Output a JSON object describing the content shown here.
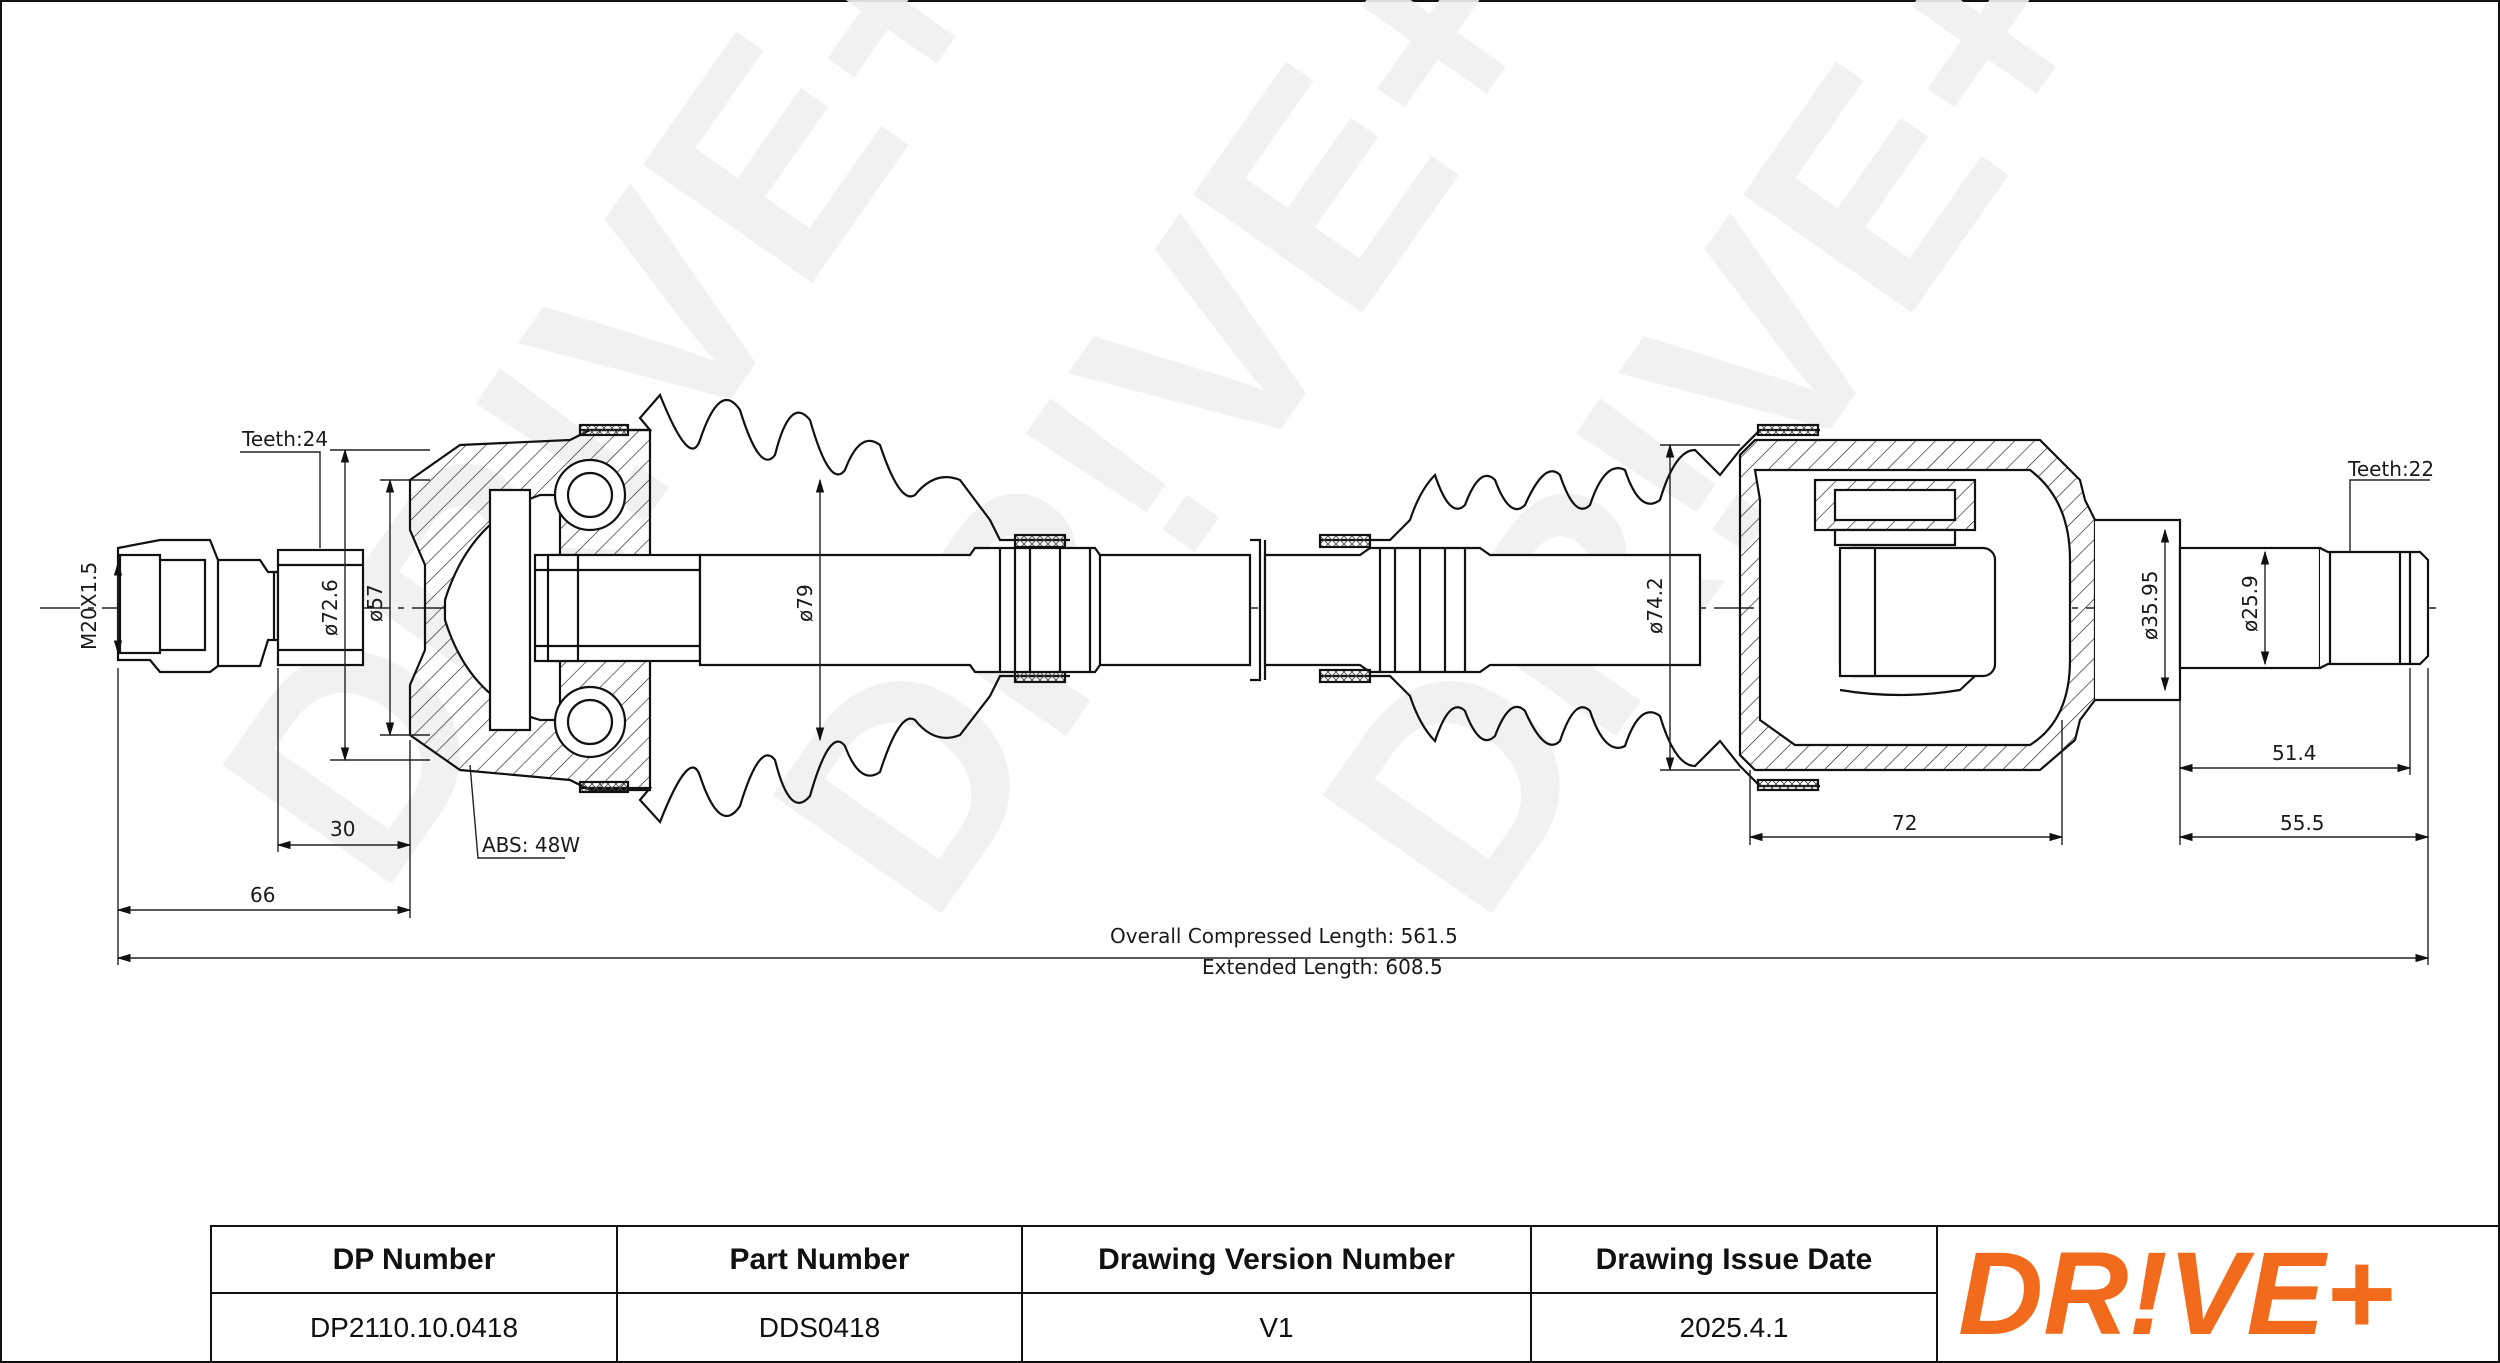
{
  "drawing": {
    "teeth_left": "Teeth:24",
    "teeth_right": "Teeth:22",
    "thread": "M20X1.5",
    "abs": "ABS: 48W",
    "dia_72_6": "ø72.6",
    "dia_57": "ø57",
    "dia_79": "ø79",
    "dia_74_2": "ø74.2",
    "dia_35_95": "ø35.95",
    "dia_25_9": "ø25.9",
    "len_30": "30",
    "len_66": "66",
    "len_72": "72",
    "len_51_4": "51.4",
    "len_55_5": "55.5",
    "overall": "Overall  Compressed  Length: 561.5",
    "extended": "Extended  Length: 608.5",
    "watermark": "DR!VE+"
  },
  "title_block": {
    "headers": [
      "DP Number",
      "Part Number",
      "Drawing Version Number",
      "Drawing Issue Date"
    ],
    "values": [
      "DP2110.10.0418",
      "DDS0418",
      "V1",
      "2025.4.1"
    ]
  },
  "logo": {
    "text": "DR!VE+",
    "color": "#f26a1b"
  }
}
